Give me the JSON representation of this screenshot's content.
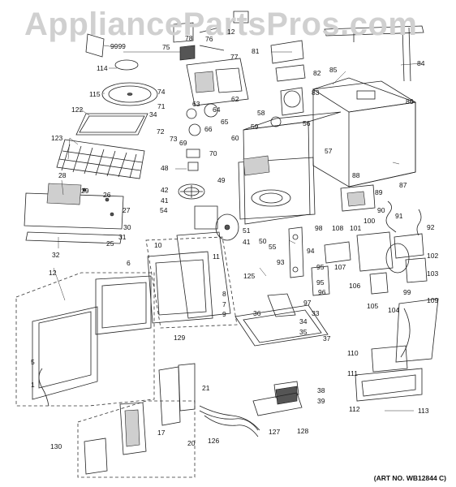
{
  "watermark": "AppliancePartsPros.com",
  "art_number": "(ART NO. WB12844 C)",
  "callouts": [
    {
      "id": "c9999",
      "text": "9999"
    },
    {
      "id": "c114",
      "text": "114"
    },
    {
      "id": "c115",
      "text": "115"
    },
    {
      "id": "c122",
      "text": "122"
    },
    {
      "id": "c123",
      "text": "123"
    },
    {
      "id": "c28",
      "text": "28"
    },
    {
      "id": "c29",
      "text": "29"
    },
    {
      "id": "c26",
      "text": "26"
    },
    {
      "id": "c27",
      "text": "27"
    },
    {
      "id": "c30",
      "text": "30"
    },
    {
      "id": "c31",
      "text": "31"
    },
    {
      "id": "c25",
      "text": "25"
    },
    {
      "id": "c32",
      "text": "32"
    },
    {
      "id": "c12",
      "text": "12"
    },
    {
      "id": "c5",
      "text": "5"
    },
    {
      "id": "c1",
      "text": "1"
    },
    {
      "id": "c130",
      "text": "130"
    },
    {
      "id": "c75",
      "text": "75"
    },
    {
      "id": "c78",
      "text": "78"
    },
    {
      "id": "c76",
      "text": "76"
    },
    {
      "id": "c12b",
      "text": "12"
    },
    {
      "id": "c77",
      "text": "77"
    },
    {
      "id": "c74",
      "text": "74"
    },
    {
      "id": "c71",
      "text": "71"
    },
    {
      "id": "c34",
      "text": "34"
    },
    {
      "id": "c72",
      "text": "72"
    },
    {
      "id": "c73",
      "text": "73"
    },
    {
      "id": "c63",
      "text": "63"
    },
    {
      "id": "c62",
      "text": "62"
    },
    {
      "id": "c64",
      "text": "64"
    },
    {
      "id": "c65",
      "text": "65"
    },
    {
      "id": "c66",
      "text": "66"
    },
    {
      "id": "c69",
      "text": "69"
    },
    {
      "id": "c70",
      "text": "70"
    },
    {
      "id": "c60",
      "text": "60"
    },
    {
      "id": "c48",
      "text": "48"
    },
    {
      "id": "c42",
      "text": "42"
    },
    {
      "id": "c41",
      "text": "41"
    },
    {
      "id": "c54",
      "text": "54"
    },
    {
      "id": "c49",
      "text": "49"
    },
    {
      "id": "c51",
      "text": "51"
    },
    {
      "id": "c41b",
      "text": "41"
    },
    {
      "id": "c50",
      "text": "50"
    },
    {
      "id": "c55",
      "text": "55"
    },
    {
      "id": "c81",
      "text": "81"
    },
    {
      "id": "c82",
      "text": "82"
    },
    {
      "id": "c85",
      "text": "85"
    },
    {
      "id": "c84",
      "text": "84"
    },
    {
      "id": "c83",
      "text": "83"
    },
    {
      "id": "c58",
      "text": "58"
    },
    {
      "id": "c59",
      "text": "59"
    },
    {
      "id": "c56",
      "text": "56"
    },
    {
      "id": "c57",
      "text": "57"
    },
    {
      "id": "c86",
      "text": "86"
    },
    {
      "id": "c87",
      "text": "87"
    },
    {
      "id": "c88",
      "text": "88"
    },
    {
      "id": "c89",
      "text": "89"
    },
    {
      "id": "c90",
      "text": "90"
    },
    {
      "id": "c91",
      "text": "91"
    },
    {
      "id": "c92",
      "text": "92"
    },
    {
      "id": "c10",
      "text": "10"
    },
    {
      "id": "c6",
      "text": "6"
    },
    {
      "id": "c11",
      "text": "11"
    },
    {
      "id": "c125",
      "text": "125"
    },
    {
      "id": "c8",
      "text": "8"
    },
    {
      "id": "c7",
      "text": "7"
    },
    {
      "id": "c9",
      "text": "9"
    },
    {
      "id": "c129",
      "text": "129"
    },
    {
      "id": "c93",
      "text": "93"
    },
    {
      "id": "c98",
      "text": "98"
    },
    {
      "id": "c108",
      "text": "108"
    },
    {
      "id": "c100",
      "text": "100"
    },
    {
      "id": "c101",
      "text": "101"
    },
    {
      "id": "c94",
      "text": "94"
    },
    {
      "id": "c95",
      "text": "95"
    },
    {
      "id": "c107",
      "text": "107"
    },
    {
      "id": "c96",
      "text": "96"
    },
    {
      "id": "c97",
      "text": "97"
    },
    {
      "id": "c102",
      "text": "102"
    },
    {
      "id": "c103",
      "text": "103"
    },
    {
      "id": "c106",
      "text": "106"
    },
    {
      "id": "c99",
      "text": "99"
    },
    {
      "id": "c105",
      "text": "105"
    },
    {
      "id": "c104",
      "text": "104"
    },
    {
      "id": "c36",
      "text": "36"
    },
    {
      "id": "c33",
      "text": "33"
    },
    {
      "id": "c34b",
      "text": "34"
    },
    {
      "id": "c35",
      "text": "35"
    },
    {
      "id": "c37",
      "text": "37"
    },
    {
      "id": "c109",
      "text": "109"
    },
    {
      "id": "c110",
      "text": "110"
    },
    {
      "id": "c111",
      "text": "111"
    },
    {
      "id": "c112",
      "text": "112"
    },
    {
      "id": "c113",
      "text": "113"
    },
    {
      "id": "c21",
      "text": "21"
    },
    {
      "id": "c38",
      "text": "38"
    },
    {
      "id": "c39",
      "text": "39"
    },
    {
      "id": "c127",
      "text": "127"
    },
    {
      "id": "c128",
      "text": "128"
    },
    {
      "id": "c17",
      "text": "17"
    },
    {
      "id": "c126",
      "text": "126"
    },
    {
      "id": "c20",
      "text": "20"
    }
  ]
}
